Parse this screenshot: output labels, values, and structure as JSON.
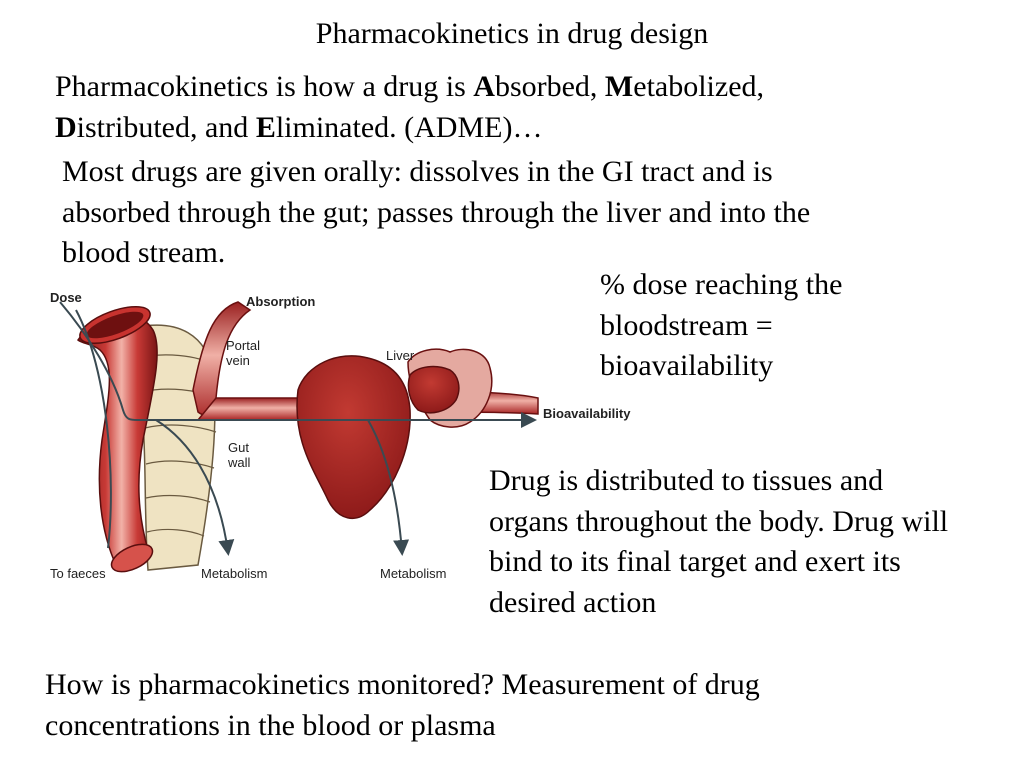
{
  "slide": {
    "title": "Pharmacokinetics in drug design",
    "definition": {
      "intro": "Pharmacokinetics is how a drug is ",
      "a_letter": "A",
      "a_rest": "bsorbed, ",
      "m_letter": "M",
      "m_rest": "etabolized,",
      "d_letter": "D",
      "d_rest": "istributed, and ",
      "e_letter": "E",
      "e_rest": "liminated.  (ADME)…"
    },
    "oral": {
      "line1": "Most drugs are given orally:  dissolves in the GI tract and is",
      "line2": "absorbed through the gut; passes through the liver and into the",
      "line3": "blood stream."
    },
    "bioavailability": {
      "line1": "% dose reaching the",
      "line2": "bloodstream =",
      "line3": "bioavailability"
    },
    "distribution": {
      "line1": "Drug is distributed to tissues and",
      "line2": "organs throughout the body. Drug will",
      "line3": "bind to its final target and exert its",
      "line4": "desired action"
    },
    "monitoring": {
      "line1": "How is pharmacokinetics monitored?  Measurement of drug",
      "line2": "concentrations in the blood or plasma"
    }
  },
  "diagram": {
    "labels": {
      "dose": "Dose",
      "absorption": "Absorption",
      "portal_vein_1": "Portal",
      "portal_vein_2": "vein",
      "liver": "Liver",
      "gut_wall_1": "Gut",
      "gut_wall_2": "wall",
      "to_faeces": "To faeces",
      "metabolism_gut": "Metabolism",
      "metabolism_liver": "Metabolism",
      "bioavailability": "Bioavailability"
    },
    "colors": {
      "organ_red": "#b42a28",
      "organ_dark": "#7a1515",
      "gut_wall": "#efe3c2",
      "arrow": "#3a4a52"
    }
  }
}
